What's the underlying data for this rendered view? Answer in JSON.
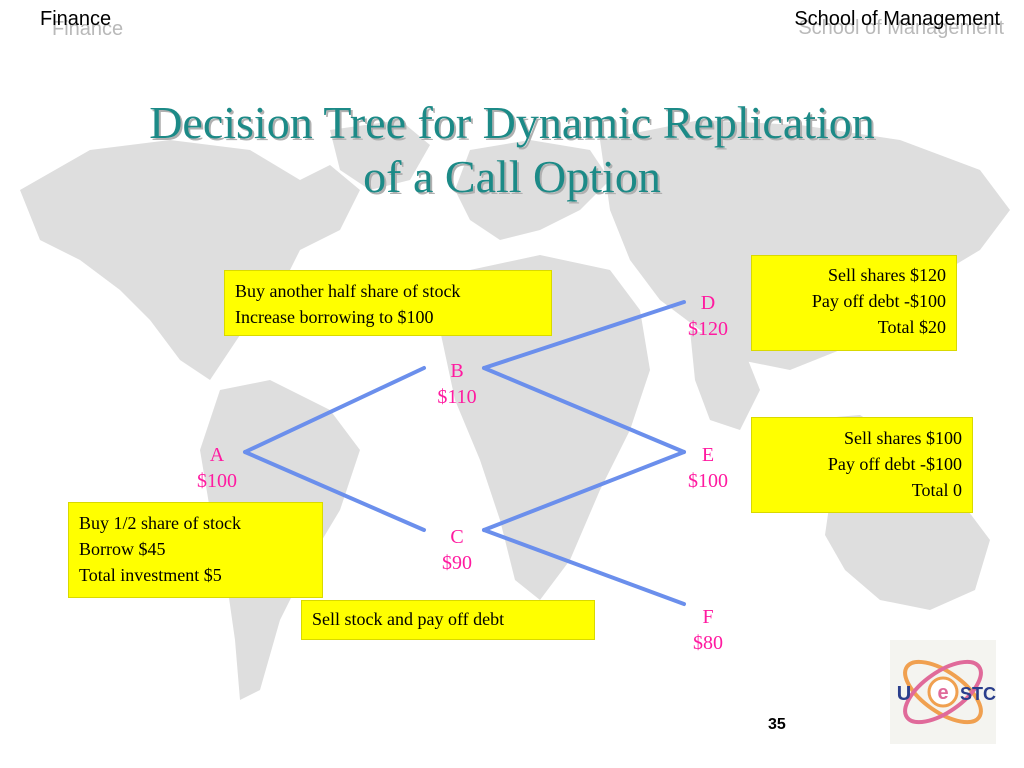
{
  "header": {
    "left": "Finance",
    "right": "School of Management"
  },
  "title": {
    "line1": "Decision Tree for Dynamic Replication",
    "line2": "of a Call Option"
  },
  "nodes": {
    "A": {
      "label": "A",
      "value": "$100"
    },
    "B": {
      "label": "B",
      "value": "$110"
    },
    "C": {
      "label": "C",
      "value": "$90"
    },
    "D": {
      "label": "D",
      "value": "$120"
    },
    "E": {
      "label": "E",
      "value": "$100"
    },
    "F": {
      "label": "F",
      "value": "$80"
    }
  },
  "edges": [
    [
      "A",
      "B"
    ],
    [
      "A",
      "C"
    ],
    [
      "B",
      "D"
    ],
    [
      "B",
      "E"
    ],
    [
      "C",
      "E"
    ],
    [
      "C",
      "F"
    ]
  ],
  "notes": {
    "B": [
      "Buy another half share of stock",
      "Increase borrowing to $100"
    ],
    "A": [
      "Buy 1/2 share of stock",
      "Borrow $45",
      "Total investment $5"
    ],
    "C": [
      "Sell stock and pay off debt"
    ],
    "D": [
      "Sell shares $120",
      "Pay off debt -$100",
      "Total $20"
    ],
    "E": [
      "Sell shares $100",
      "Pay off debt -$100",
      "Total 0"
    ]
  },
  "page_number": "35",
  "logo": {
    "text": "UESTC",
    "icon": "uestc-logo-icon"
  },
  "colors": {
    "title": "#1c8a87",
    "node_text": "#ff1aa0",
    "edge": "#6b8fec",
    "note_bg": "#ffff00",
    "map": "#dcdcdc"
  }
}
